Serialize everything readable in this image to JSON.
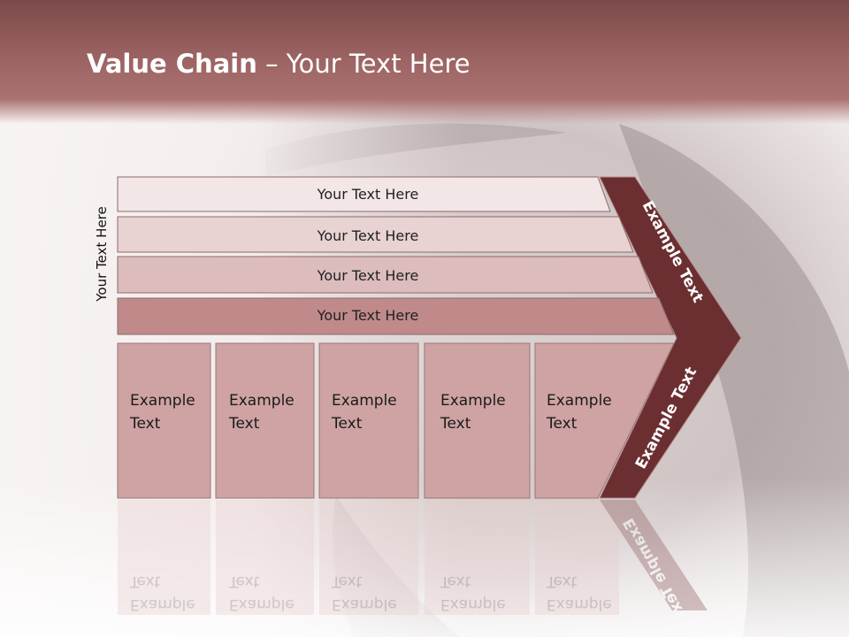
{
  "title": {
    "bold": "Value Chain",
    "rest": " – Your Text Here"
  },
  "side_label": "Your Text Here",
  "rows": [
    "Your Text Here",
    "Your Text Here",
    "Your Text Here",
    "Your Text Here"
  ],
  "columns": [
    [
      "Example",
      "Text"
    ],
    [
      "Example",
      "Text"
    ],
    [
      "Example",
      "Text"
    ],
    [
      "Example",
      "Text"
    ],
    [
      "Example",
      "Text"
    ]
  ],
  "chevron_top": "Example Text",
  "chevron_bottom": "Example Text",
  "colors": {
    "accent_dark": "#6b2f32",
    "row1": "#f2e6e6",
    "row2": "#e8d2d2",
    "row3": "#dcbcbc",
    "row4": "#c08a8a",
    "column": "#cfa3a3"
  }
}
